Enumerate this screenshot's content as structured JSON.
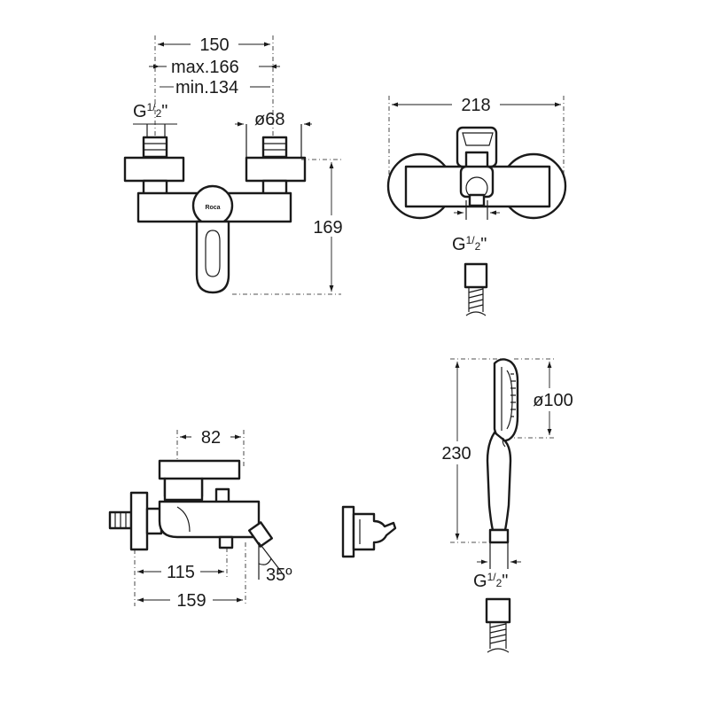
{
  "front_view": {
    "width": "150",
    "max_width": "max.166",
    "min_width": "min.134",
    "thread_prefix": "G",
    "thread_num": "1",
    "thread_den": "2",
    "thread_suffix": "\"",
    "diameter": "ø68",
    "height": "169",
    "logo": "Roca"
  },
  "top_view": {
    "width": "218",
    "thread_prefix": "G",
    "thread_num": "1",
    "thread_den": "2",
    "thread_suffix": "\""
  },
  "side_view": {
    "depth": "82",
    "outlet": "115",
    "total": "159",
    "angle": "35º"
  },
  "hand_shower": {
    "length": "230",
    "diameter": "ø100",
    "thread_prefix": "G",
    "thread_num": "1",
    "thread_den": "2",
    "thread_suffix": "\""
  }
}
